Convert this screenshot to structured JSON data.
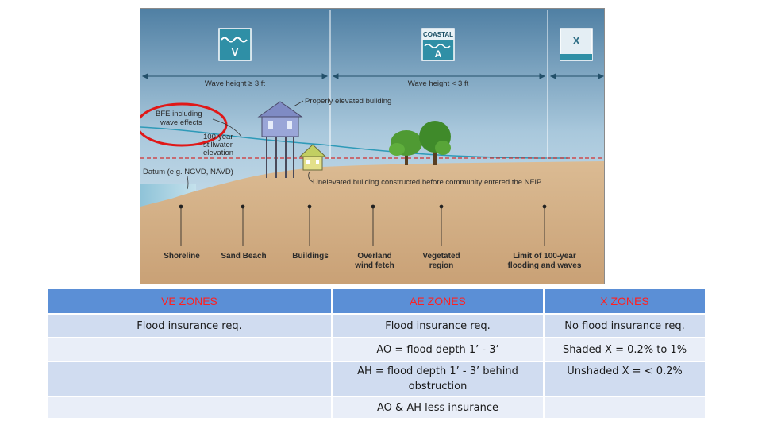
{
  "diagram": {
    "zones": [
      {
        "letter": "V",
        "header": ""
      },
      {
        "letter": "A",
        "header": "COASTAL"
      },
      {
        "letter": "X",
        "header": ""
      }
    ],
    "wave_labels": [
      "Wave height ≥ 3 ft",
      "Wave height < 3 ft"
    ],
    "annotations": {
      "bfe_1": "BFE including",
      "bfe_2": "wave effects",
      "elevated": "Properly elevated building",
      "stillwater_1": "100-year",
      "stillwater_2": "stillwater",
      "stillwater_3": "elevation",
      "datum": "Datum (e.g. NGVD, NAVD)",
      "unelevated": "Unelevated building constructed before community entered the NFIP"
    },
    "bottom_labels": [
      [
        "Shoreline"
      ],
      [
        "Sand Beach"
      ],
      [
        "Buildings"
      ],
      [
        "Overland",
        "wind fetch"
      ],
      [
        "Vegetated",
        "region"
      ],
      [
        "Limit of 100-year",
        "flooding and waves"
      ]
    ],
    "colors": {
      "sky": "#cfe3ef",
      "ground": "#d6b48c",
      "flood_line": "#d23030",
      "highlight": "#e01818"
    }
  },
  "table": {
    "headers": [
      "VE ZONES",
      "AE ZONES",
      "X ZONES"
    ],
    "rows": [
      [
        "Flood insurance req.",
        "Flood insurance req.",
        "No flood insurance req."
      ],
      [
        "",
        "AO = flood depth 1’ - 3’",
        "Shaded X = 0.2% to 1%"
      ],
      [
        "",
        "AH = flood depth 1’ - 3’ behind obstruction",
        "Unshaded X = < 0.2%"
      ],
      [
        "",
        "AO & AH less insurance",
        ""
      ]
    ]
  }
}
